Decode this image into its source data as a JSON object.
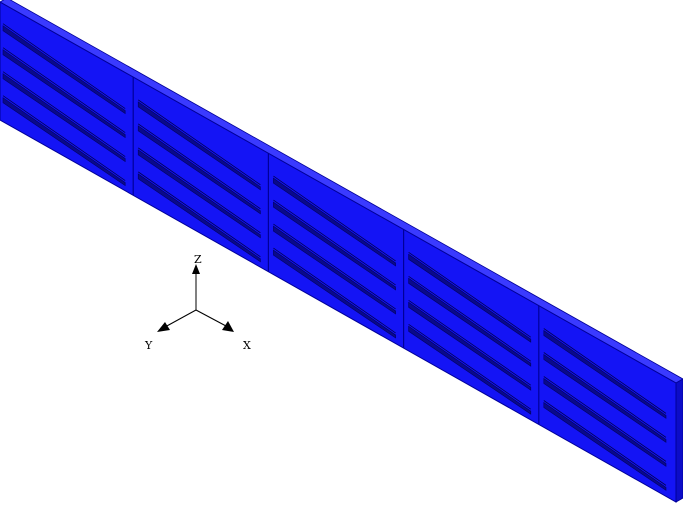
{
  "model": {
    "colors": {
      "face": "#1414f5",
      "edge": "#000099",
      "slot": "#0a0a8a",
      "top": "#3a3aff"
    },
    "panel_count": 5,
    "slots_per_panel": 4
  },
  "triad": {
    "z_label": "Z",
    "y_label": "Y",
    "x_label": "X"
  }
}
